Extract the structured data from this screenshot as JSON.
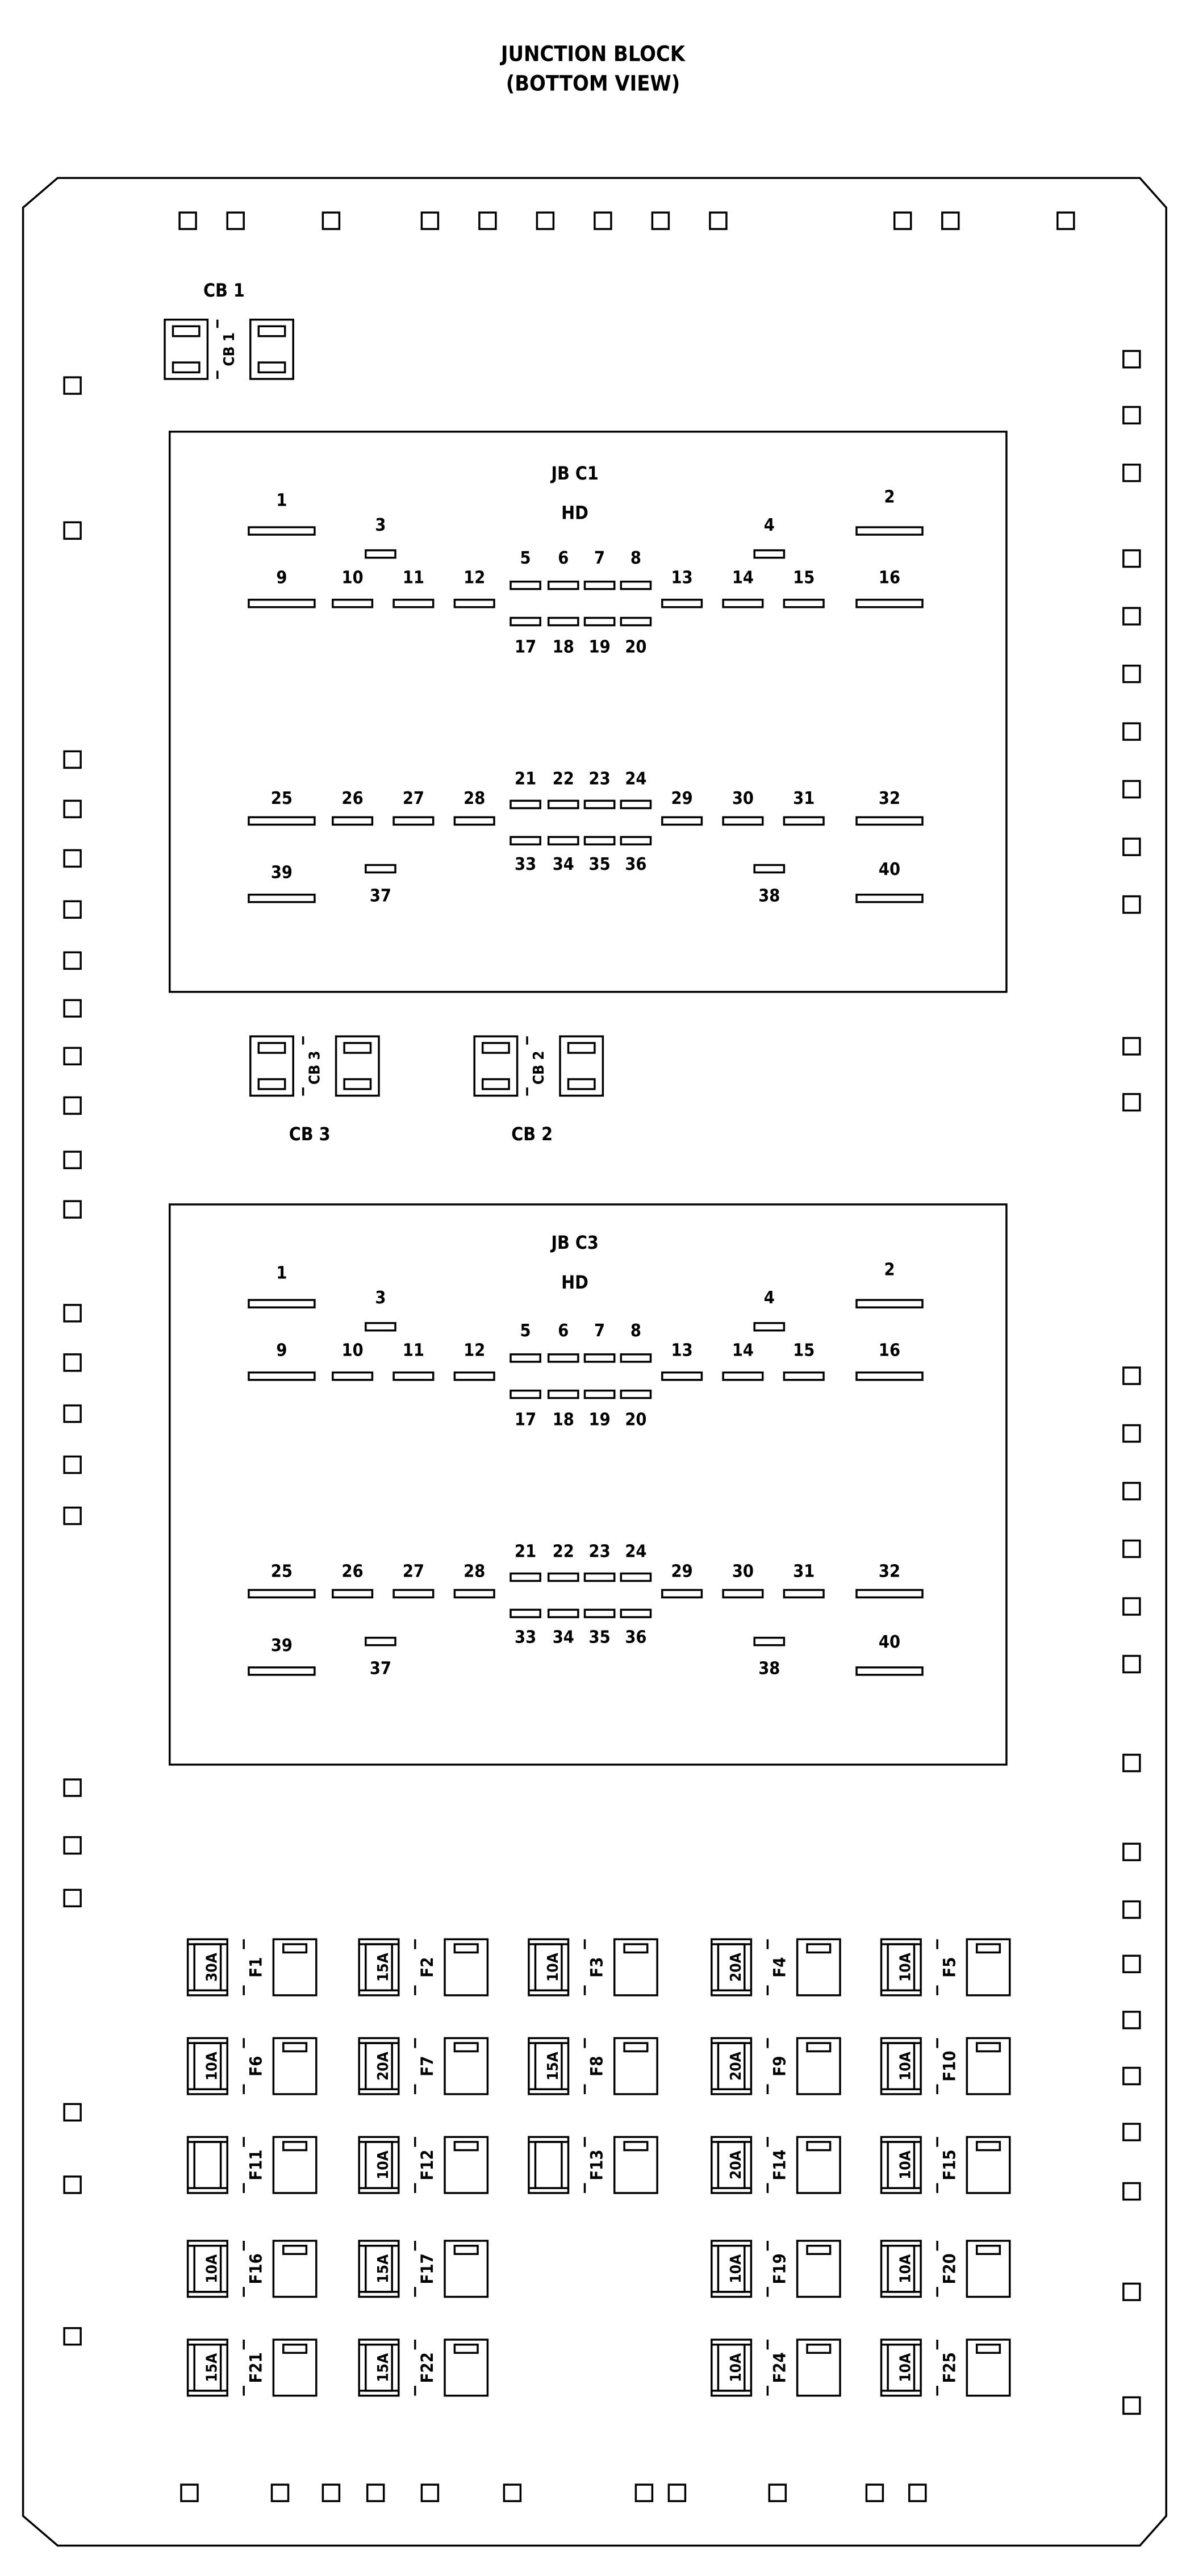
{
  "header": {
    "title_line1": "JUNCTION BLOCK",
    "title_line2": "(BOTTOM VIEW)"
  },
  "circuit_breakers": {
    "cb1": {
      "top_label": "CB 1",
      "side_label": "CB 1"
    },
    "cb2": {
      "bottom_label": "CB 2",
      "side_label": "CB 2"
    },
    "cb3": {
      "bottom_label": "CB 3",
      "side_label": "CB 3"
    }
  },
  "connectors": [
    {
      "id": "c1",
      "title": "JB C1",
      "subtitle": "HD",
      "pins": [
        "1",
        "2",
        "3",
        "4",
        "5",
        "6",
        "7",
        "8",
        "9",
        "10",
        "11",
        "12",
        "13",
        "14",
        "15",
        "16",
        "17",
        "18",
        "19",
        "20",
        "21",
        "22",
        "23",
        "24",
        "25",
        "26",
        "27",
        "28",
        "29",
        "30",
        "31",
        "32",
        "33",
        "34",
        "35",
        "36",
        "37",
        "38",
        "39",
        "40"
      ]
    },
    {
      "id": "c3",
      "title": "JB C3",
      "subtitle": "HD",
      "pins": [
        "1",
        "2",
        "3",
        "4",
        "5",
        "6",
        "7",
        "8",
        "9",
        "10",
        "11",
        "12",
        "13",
        "14",
        "15",
        "16",
        "17",
        "18",
        "19",
        "20",
        "21",
        "22",
        "23",
        "24",
        "25",
        "26",
        "27",
        "28",
        "29",
        "30",
        "31",
        "32",
        "33",
        "34",
        "35",
        "36",
        "37",
        "38",
        "39",
        "40"
      ]
    }
  ],
  "fuses": [
    {
      "id": "F1",
      "rating": "30A"
    },
    {
      "id": "F2",
      "rating": "15A"
    },
    {
      "id": "F3",
      "rating": "10A"
    },
    {
      "id": "F4",
      "rating": "20A"
    },
    {
      "id": "F5",
      "rating": "10A"
    },
    {
      "id": "F6",
      "rating": "10A"
    },
    {
      "id": "F7",
      "rating": "20A"
    },
    {
      "id": "F8",
      "rating": "15A"
    },
    {
      "id": "F9",
      "rating": "20A"
    },
    {
      "id": "F10",
      "rating": "10A"
    },
    {
      "id": "F11",
      "rating": ""
    },
    {
      "id": "F12",
      "rating": "10A"
    },
    {
      "id": "F13",
      "rating": ""
    },
    {
      "id": "F14",
      "rating": "20A"
    },
    {
      "id": "F15",
      "rating": "10A"
    },
    {
      "id": "F16",
      "rating": "10A"
    },
    {
      "id": "F17",
      "rating": "15A"
    },
    {
      "id": "F19",
      "rating": "10A"
    },
    {
      "id": "F20",
      "rating": "10A"
    },
    {
      "id": "F21",
      "rating": "15A"
    },
    {
      "id": "F22",
      "rating": "15A"
    },
    {
      "id": "F24",
      "rating": "10A"
    },
    {
      "id": "F25",
      "rating": "10A"
    }
  ]
}
